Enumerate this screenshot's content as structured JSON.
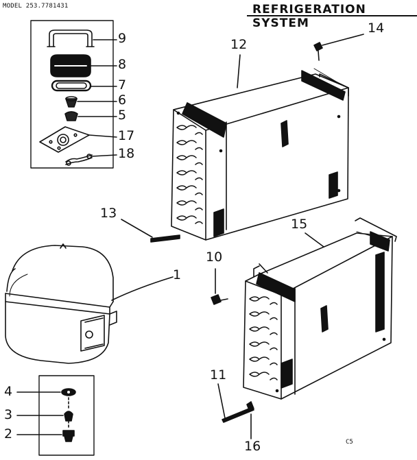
{
  "header": {
    "model": "MODEL 253.7781431",
    "title": "REFRIGERATION SYSTEM"
  },
  "callouts": {
    "c1": "1",
    "c2": "2",
    "c3": "3",
    "c4": "4",
    "c5": "5",
    "c6": "6",
    "c7": "7",
    "c8": "8",
    "c9": "9",
    "c10": "10",
    "c11": "11",
    "c12": "12",
    "c13": "13",
    "c14": "14",
    "c15": "15",
    "c16": "16",
    "c17": "17",
    "c18": "18"
  },
  "footer": {
    "code": "C5"
  }
}
